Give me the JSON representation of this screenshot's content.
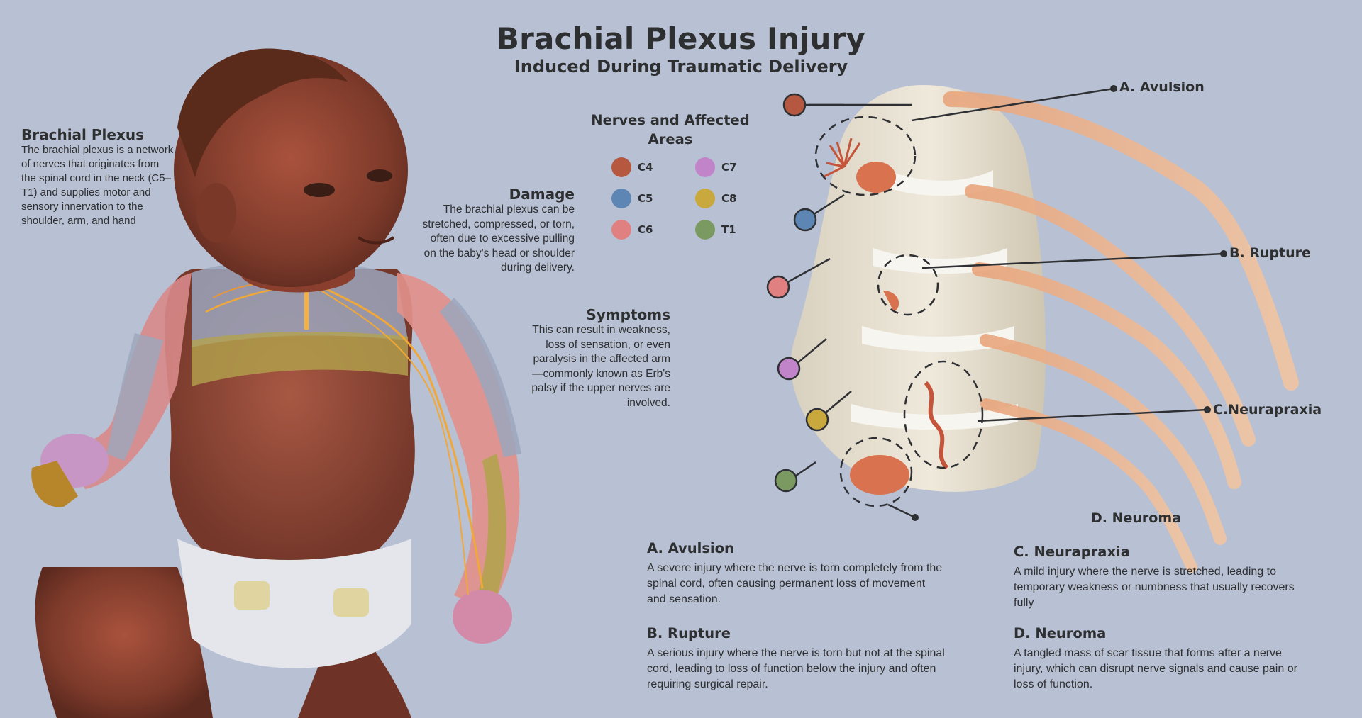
{
  "title": "Brachial Plexus Injury",
  "subtitle": "Induced During Traumatic Delivery",
  "brachial_plexus": {
    "heading": "Brachial Plexus",
    "text": "The brachial plexus is a network of nerves that originates from the spinal cord in the neck (C5–T1) and supplies motor and sensory innervation to the shoulder, arm, and hand"
  },
  "damage": {
    "heading": "Damage",
    "text": "The brachial plexus can be stretched, compressed, or torn, often due to excessive pulling on the baby's head or shoulder during delivery."
  },
  "symptoms": {
    "heading": "Symptoms",
    "text": "This can result in weakness, loss of sensation, or even paralysis in the affected arm—commonly known as Erb's palsy if the upper nerves are involved."
  },
  "legend": {
    "title": "Nerves and Affected Areas",
    "items": [
      {
        "label": "C4",
        "color": "#b5583f"
      },
      {
        "label": "C5",
        "color": "#5e86b5"
      },
      {
        "label": "C6",
        "color": "#e08080"
      },
      {
        "label": "C7",
        "color": "#c184c9"
      },
      {
        "label": "C8",
        "color": "#c9a83e"
      },
      {
        "label": "T1",
        "color": "#7a9a62"
      }
    ]
  },
  "callouts": {
    "a": "A.   Avulsion",
    "b": "B. Rupture",
    "c": "C.Neurapraxia",
    "d": "D. Neuroma"
  },
  "descriptions": {
    "a": {
      "heading": "A. Avulsion",
      "text": "A severe injury where the nerve is torn completely from the spinal cord, often causing permanent loss of movement and sensation."
    },
    "b": {
      "heading": "B. Rupture",
      "text": "A serious injury where the nerve is torn but not at the spinal cord, leading to loss of function below the injury and often requiring surgical repair."
    },
    "c": {
      "heading": "C. Neurapraxia",
      "text": "A mild injury where the nerve is stretched, leading to temporary weakness or numbness that usually recovers fully"
    },
    "d": {
      "heading": "D. Neuroma",
      "text": "A tangled mass of scar tissue that forms after a nerve injury, which can disrupt nerve signals and cause pain or loss of function."
    }
  }
}
